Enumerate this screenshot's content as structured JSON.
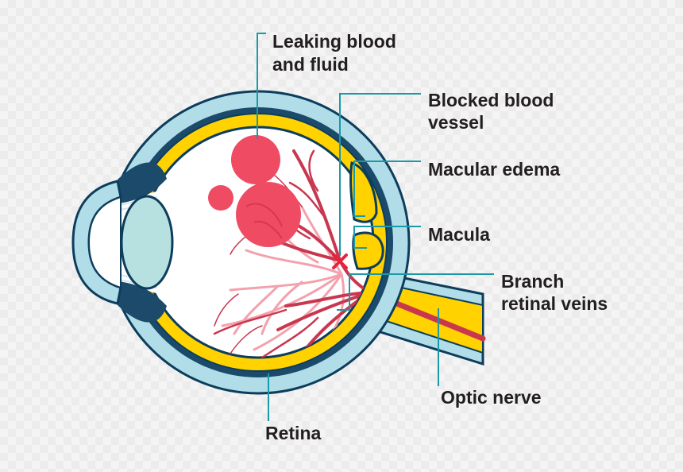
{
  "labels": {
    "leaking": [
      "Leaking blood",
      "and fluid"
    ],
    "blocked": [
      "Blocked blood",
      "vessel"
    ],
    "edema": "Macular edema",
    "macula": "Macula",
    "branch": [
      "Branch",
      "retinal veins"
    ],
    "optic": "Optic nerve",
    "retina": "Retina"
  },
  "colors": {
    "outline": "#0d3d5c",
    "sclera": "#b0dde8",
    "choroid": "#1b4a6a",
    "retina": "#ffd200",
    "lens": "#b7e0e0",
    "blood": "#ef4b63",
    "vessel": "#c9374f",
    "vessel_light": "#f3a1ad",
    "leader": "#1a9aa8",
    "blockage": "#e8233a"
  },
  "icons": {
    "blockage": "x-mark-icon"
  }
}
